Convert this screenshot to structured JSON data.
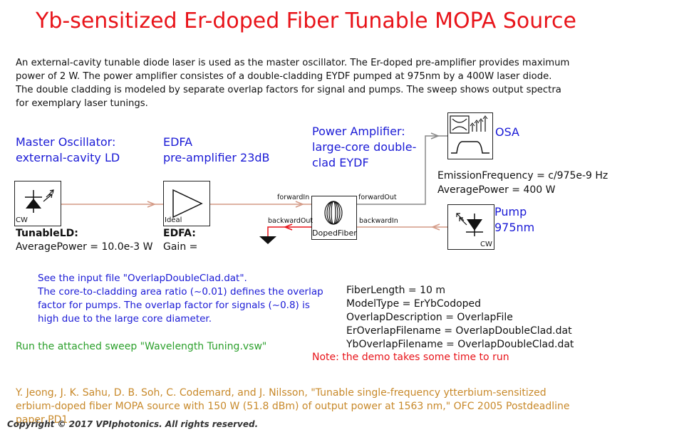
{
  "title": "Yb-sensitized Er-doped Fiber Tunable MOPA Source",
  "description": "An external-cavity tunable diode laser is used as the master oscillator. The Er-doped pre-amplifier provides maximum power of 2 W. The power amplifier consistes of a double-cladding EYDF pumped at 975nm by a 400W laser diode. The double cladding is modeled by separate overlap factors for signal and pumps. The sweep shows output spectra for exemplary laser tunings.",
  "master_oscillator": {
    "label_line1": "Master Oscillator:",
    "label_line2": "external-cavity LD",
    "tag": "CW",
    "name": "TunableLD:",
    "param": "AveragePower = 10.0e-3 W"
  },
  "edfa": {
    "label_line1": "EDFA",
    "label_line2": "pre-amplifier 23dB",
    "tag": "Ideal",
    "name": "EDFA:",
    "param": "Gain ="
  },
  "power_amplifier": {
    "label_line1": "Power Amplifier:",
    "label_line2": "large-core double-",
    "label_line3": "clad EYDF",
    "block_name": "DopedFiber",
    "port_forward_in": "forwardIn",
    "port_forward_out": "forwardOut",
    "port_backward_out": "backwardOut",
    "port_backward_in": "backwardIn"
  },
  "osa": {
    "label": "OSA"
  },
  "pump": {
    "label_line1": "Pump",
    "label_line2": "975nm",
    "tag": "CW",
    "param1": "EmissionFrequency = c/975e-9 Hz",
    "param2": "AveragePower = 400 W"
  },
  "input_note": {
    "line1": "See the input file \"OverlapDoubleClad.dat\".",
    "line2": "The core-to-cladding area ratio (~0.01) defines the overlap",
    "line3": "factor for pumps. The overlap factor for signals (~0.8) is",
    "line4": "high due to the large core diameter."
  },
  "sweep_note": "Run the attached sweep \"Wavelength Tuning.vsw\"",
  "fiber_params": {
    "p1": "FiberLength = 10 m",
    "p2": "ModelType = ErYbCodoped",
    "p3": "OverlapDescription = OverlapFile",
    "p4": "ErOverlapFilename = OverlapDoubleClad.dat",
    "p5": "YbOverlapFilename = OverlapDoubleClad.dat"
  },
  "demo_note": "Note: the demo takes some time to run",
  "reference": "Y. Jeong, J. K. Sahu, D. B. Soh, C. Codemard, and J. Nilsson, \"Tunable single-frequency ytterbium-sensitized erbium-doped fiber MOPA source with 150 W (51.8 dBm) of output power at 1563 nm,\" OFC 2005 Postdeadline paper PD1.",
  "copyright": "Copyright © 2017 VPIphotonics. All rights reserved.",
  "colors": {
    "title": "#e8141a",
    "label_blue": "#1a1ad6",
    "link": "#d49a86",
    "arrow_red": "#e8141a",
    "reference": "#c8892a",
    "sweep_green": "#2ca02c"
  }
}
